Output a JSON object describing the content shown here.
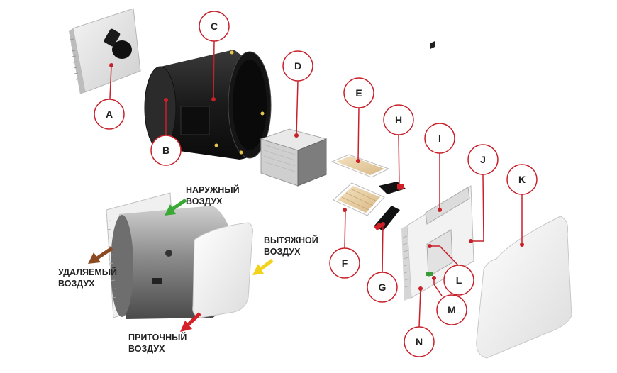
{
  "diagram": {
    "callouts": [
      {
        "id": "A",
        "label": "A"
      },
      {
        "id": "B",
        "label": "B"
      },
      {
        "id": "C",
        "label": "C"
      },
      {
        "id": "D",
        "label": "D"
      },
      {
        "id": "E",
        "label": "E"
      },
      {
        "id": "F",
        "label": "F"
      },
      {
        "id": "G",
        "label": "G"
      },
      {
        "id": "H",
        "label": "H"
      },
      {
        "id": "I",
        "label": "I"
      },
      {
        "id": "J",
        "label": "J"
      },
      {
        "id": "K",
        "label": "K"
      },
      {
        "id": "L",
        "label": "L"
      },
      {
        "id": "M",
        "label": "M"
      },
      {
        "id": "N",
        "label": "N"
      }
    ],
    "air_labels": {
      "outdoor": [
        "НАРУЖНЫЙ",
        "ВОЗДУХ"
      ],
      "exhaust_in": [
        "ВЫТЯЖНОЙ",
        "ВОЗДУХ"
      ],
      "removed": [
        "УДАЛЯЕМЫЙ",
        "ВОЗДУХ"
      ],
      "supply": [
        "ПРИТОЧНЫЙ",
        "ВОЗДУХ"
      ]
    },
    "colors": {
      "callout_ring": "#c8202a",
      "arrow_outdoor": "#3aa935",
      "arrow_exhaust_in": "#f2d21b",
      "arrow_removed": "#8b4a22",
      "arrow_supply": "#d42027"
    }
  }
}
